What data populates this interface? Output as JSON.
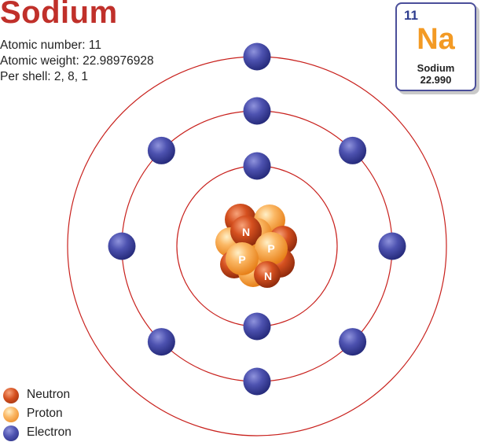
{
  "element": {
    "name": "Sodium",
    "atomic_number_text": "Atomic number: 11",
    "atomic_weight_text": "Atomic weight: 22.98976928",
    "per_shell_text": "Per shell: 2, 8, 1"
  },
  "tile": {
    "number": "11",
    "symbol": "Na",
    "name": "Sodium",
    "weight": "22.990"
  },
  "nucleus_labels": {
    "neutron": "N",
    "proton": "P"
  },
  "shells": [
    2,
    8,
    1
  ],
  "legend": [
    {
      "label": "Neutron",
      "color": "#d2461f"
    },
    {
      "label": "Proton",
      "color": "#f8a54a"
    },
    {
      "label": "Electron",
      "color": "#4a4fa8"
    }
  ],
  "colors": {
    "title": "#c0302a",
    "orbit": "#c8201c",
    "electron": "#4a4fa8",
    "tile_border": "#4b4f9a",
    "tile_symbol": "#f39a24"
  }
}
